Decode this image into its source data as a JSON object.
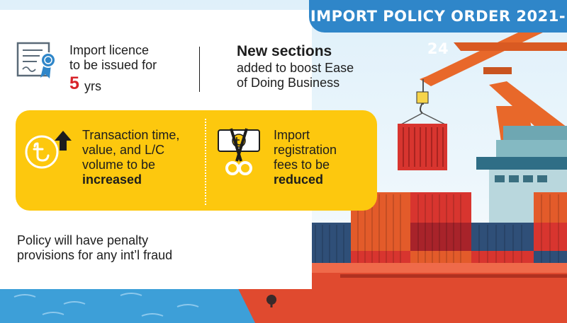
{
  "banner": {
    "title": "IMPORT POLICY ORDER 2021-24"
  },
  "licence": {
    "line1": "Import licence",
    "line2": "to be issued for",
    "number": "5",
    "unit": "yrs",
    "icon": "certificate-icon"
  },
  "new_sections": {
    "title": "New sections",
    "line1": "added to boost Ease",
    "line2": "of Doing Business"
  },
  "transaction": {
    "line1": "Transaction time,",
    "line2": "value, and L/C",
    "line3": "volume to be",
    "emphasis": "increased",
    "icon": "taka-increase-icon"
  },
  "registration": {
    "line1": "Import",
    "line2": "registration",
    "line3": "fees to be",
    "emphasis": "reduced",
    "icon": "scissors-taka-icon"
  },
  "penalty": {
    "line1": "Policy will have penalty",
    "line2": "provisions for any int’l fraud"
  },
  "colors": {
    "banner": "#2f86c9",
    "highlight_box": "#fdc80e",
    "accent_red": "#d8232a",
    "crane": "#e8682a",
    "ship_hull": "#e04a2f",
    "water": "#3d9fd8"
  }
}
